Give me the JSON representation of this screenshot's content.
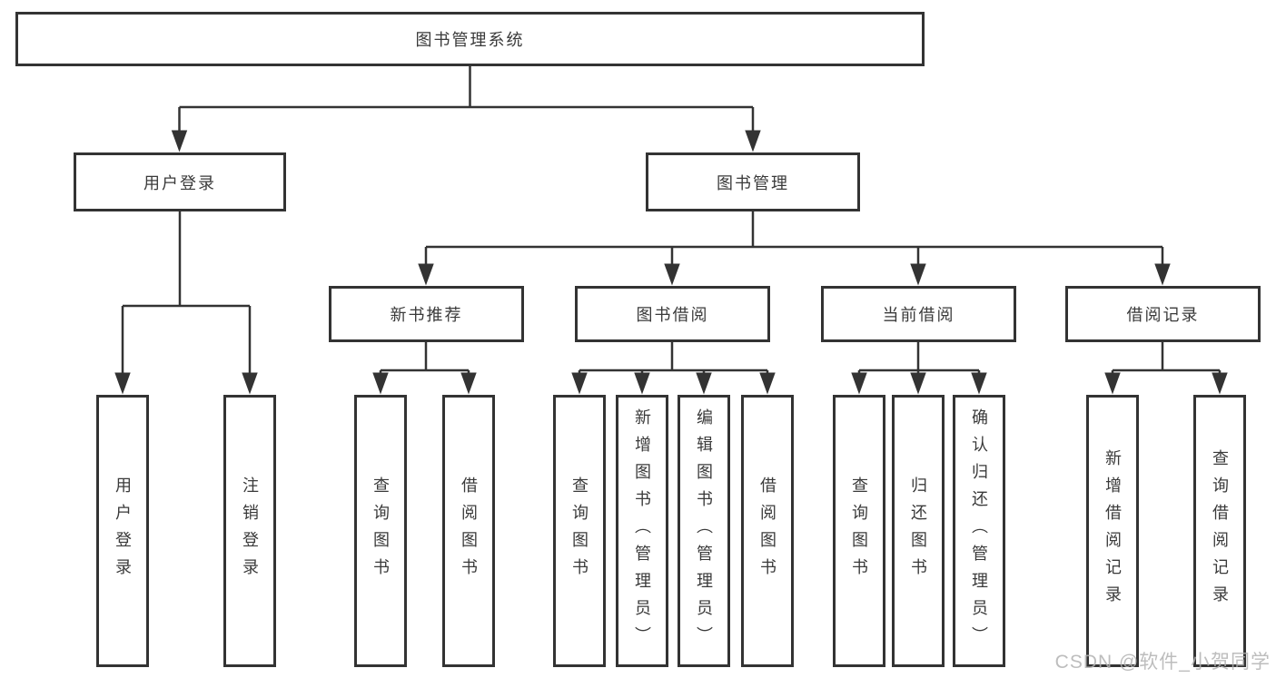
{
  "tree": {
    "label": "图书管理系统",
    "children": [
      {
        "label": "用户登录",
        "children": [
          {
            "label": "用户登录"
          },
          {
            "label": "注销登录"
          }
        ]
      },
      {
        "label": "图书管理",
        "children": [
          {
            "label": "新书推荐",
            "children": [
              {
                "label": "查询图书"
              },
              {
                "label": "借阅图书"
              }
            ]
          },
          {
            "label": "图书借阅",
            "children": [
              {
                "label": "查询图书"
              },
              {
                "label": "新增图书（管理员）"
              },
              {
                "label": "编辑图书（管理员）"
              },
              {
                "label": "借阅图书"
              }
            ]
          },
          {
            "label": "当前借阅",
            "children": [
              {
                "label": "查询图书"
              },
              {
                "label": "归还图书"
              },
              {
                "label": "确认归还（管理员）"
              }
            ]
          },
          {
            "label": "借阅记录",
            "children": [
              {
                "label": "新增借阅记录"
              },
              {
                "label": "查询借阅记录"
              }
            ]
          }
        ]
      }
    ]
  },
  "watermark": {
    "text": "CSDN @软件_小贺同学"
  },
  "colors": {
    "line": "#333333",
    "text": "#3a3a3a",
    "watermark": "#b2b2b2",
    "background": "#ffffff"
  }
}
